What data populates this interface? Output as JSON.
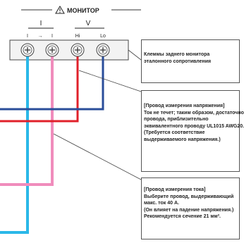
{
  "header": {
    "title": "МОНИТОР",
    "current_group": "I",
    "voltage_group": "V"
  },
  "terminals": {
    "labels": [
      "I",
      "→",
      "I",
      "Hi",
      "Lo"
    ]
  },
  "callouts": {
    "monitor_terminals": [
      "Клеммы заднего монитора",
      "эталонного сопротивления"
    ],
    "voltage_wire": [
      "[Провод измерения напряжения]",
      "Ток не течет; таким образом, достаточно",
      "провода, приблизительно",
      "эквивалентного проводу UL1015 AWG20.",
      "(Требуется соответствие",
      "выдерживаемого напряжения.)"
    ],
    "current_wire": [
      "[Провод измерения тока]",
      "Выберите провод, выдерживающий",
      "макс. ток 40 А.",
      "(Он влияет на падение напряжения.)",
      "Рекомендуется сечение 21 мм²."
    ]
  },
  "colors": {
    "current_wire": "#2bb8e8",
    "current_wire_return": "#f08cbc",
    "voltage_hi": "#e0202a",
    "voltage_lo": "#2a4d9a",
    "warning_icon": "#222222"
  },
  "icons": {
    "header": "warning-triangle-icon",
    "terminal": "screw-terminal-icon"
  }
}
